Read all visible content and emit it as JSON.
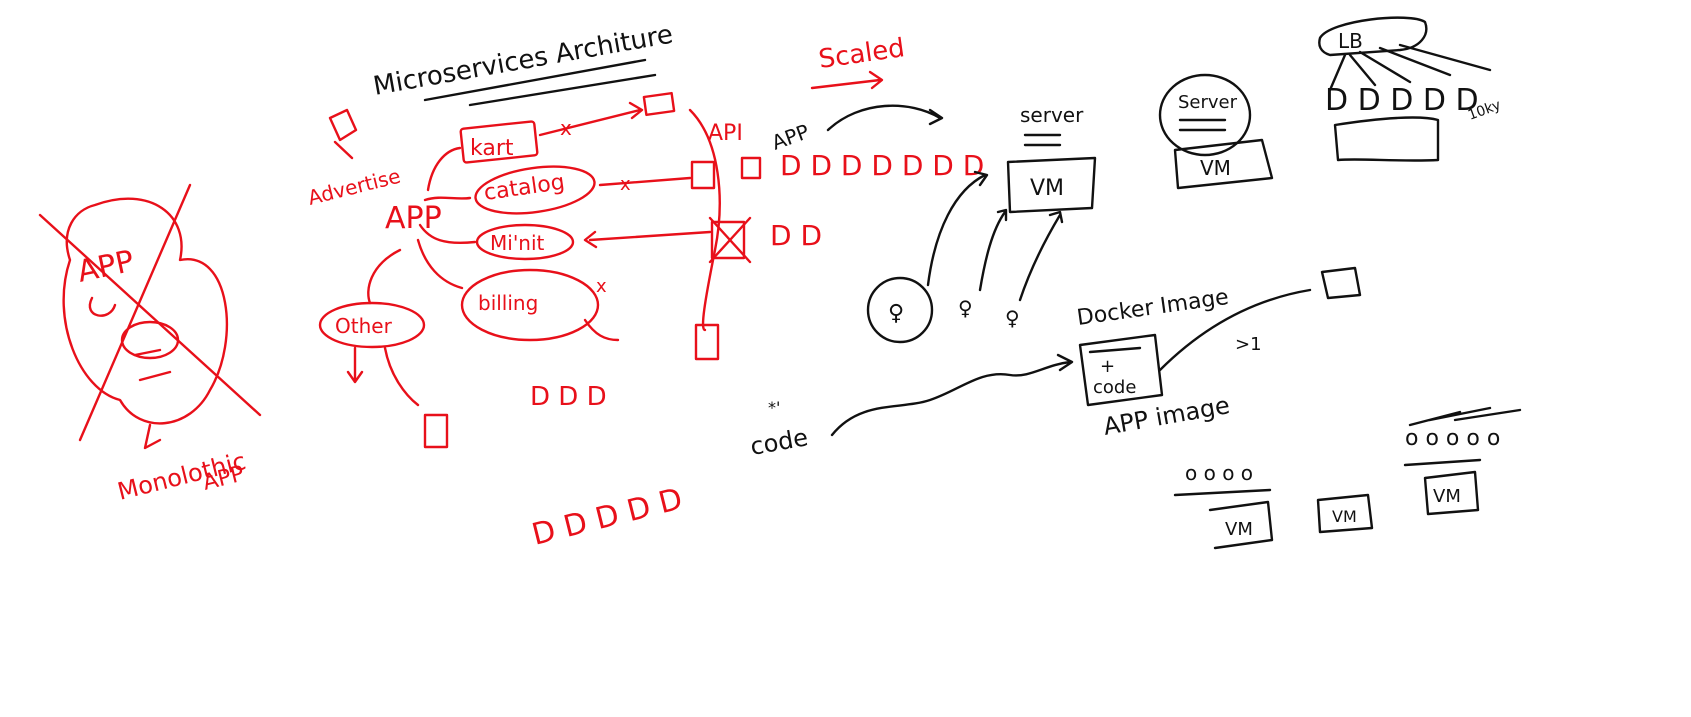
{
  "colors": {
    "ink_red": "#e8101a",
    "ink_black": "#111111",
    "background": "#ffffff"
  },
  "title": "Microservices Architure",
  "monolith": {
    "app_label": "APP",
    "caption_line1": "Monolothic",
    "caption_line2": "APP"
  },
  "microservices": {
    "advertise_label": "Advertise",
    "app_label": "APP",
    "services": [
      "kart",
      "catalog",
      "Mi'nit",
      "billing",
      "Other"
    ],
    "api_label": "API",
    "scaled_label": "Scaled",
    "ddd_row1": "D D D D D D D",
    "dd_row2": "D D",
    "ddd_row3": "D D D",
    "ddd_row4": "D D D D D"
  },
  "deployment": {
    "app_label": "APP",
    "server_label_1": "server",
    "vm_label_1": "VM",
    "server_label_2": "Server",
    "vm_label_2": "VM",
    "lb_label": "LB",
    "lb_note": "10ky",
    "docker_image_label": "Docker Image",
    "code_box_label": "code",
    "code_label": "code",
    "app_image_label": "APP image",
    "gt_one": ">1",
    "vm_row": [
      "VM",
      "VM",
      "VM"
    ],
    "circles_1": "o o o o",
    "circles_2": "o o o o o"
  }
}
